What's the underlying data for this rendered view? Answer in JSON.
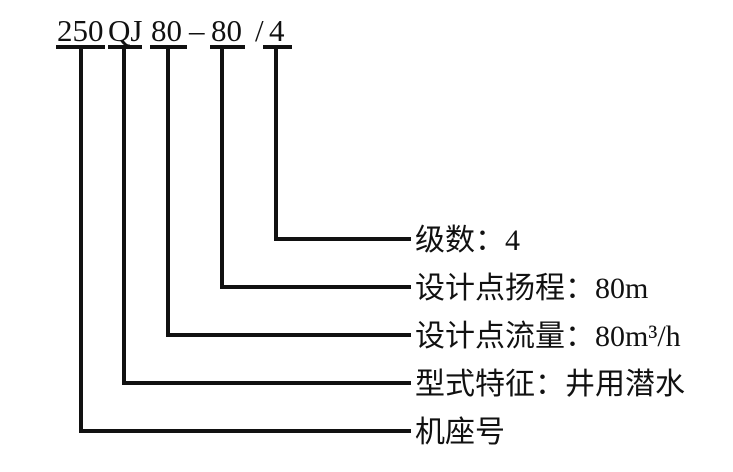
{
  "model_code": {
    "frame_size": "250",
    "type_code": "QJ",
    "flow_code": "80",
    "dash": "–",
    "head_code": "80",
    "slash": "/",
    "stages_code": "4"
  },
  "labels": {
    "stages": "级数：4",
    "head": "设计点扬程：80m",
    "flow": "设计点流量：80m³/h",
    "type": "型式特征：井用潜水",
    "frame": "机座号"
  },
  "colors": {
    "ink": "#111111",
    "background": "#ffffff"
  }
}
